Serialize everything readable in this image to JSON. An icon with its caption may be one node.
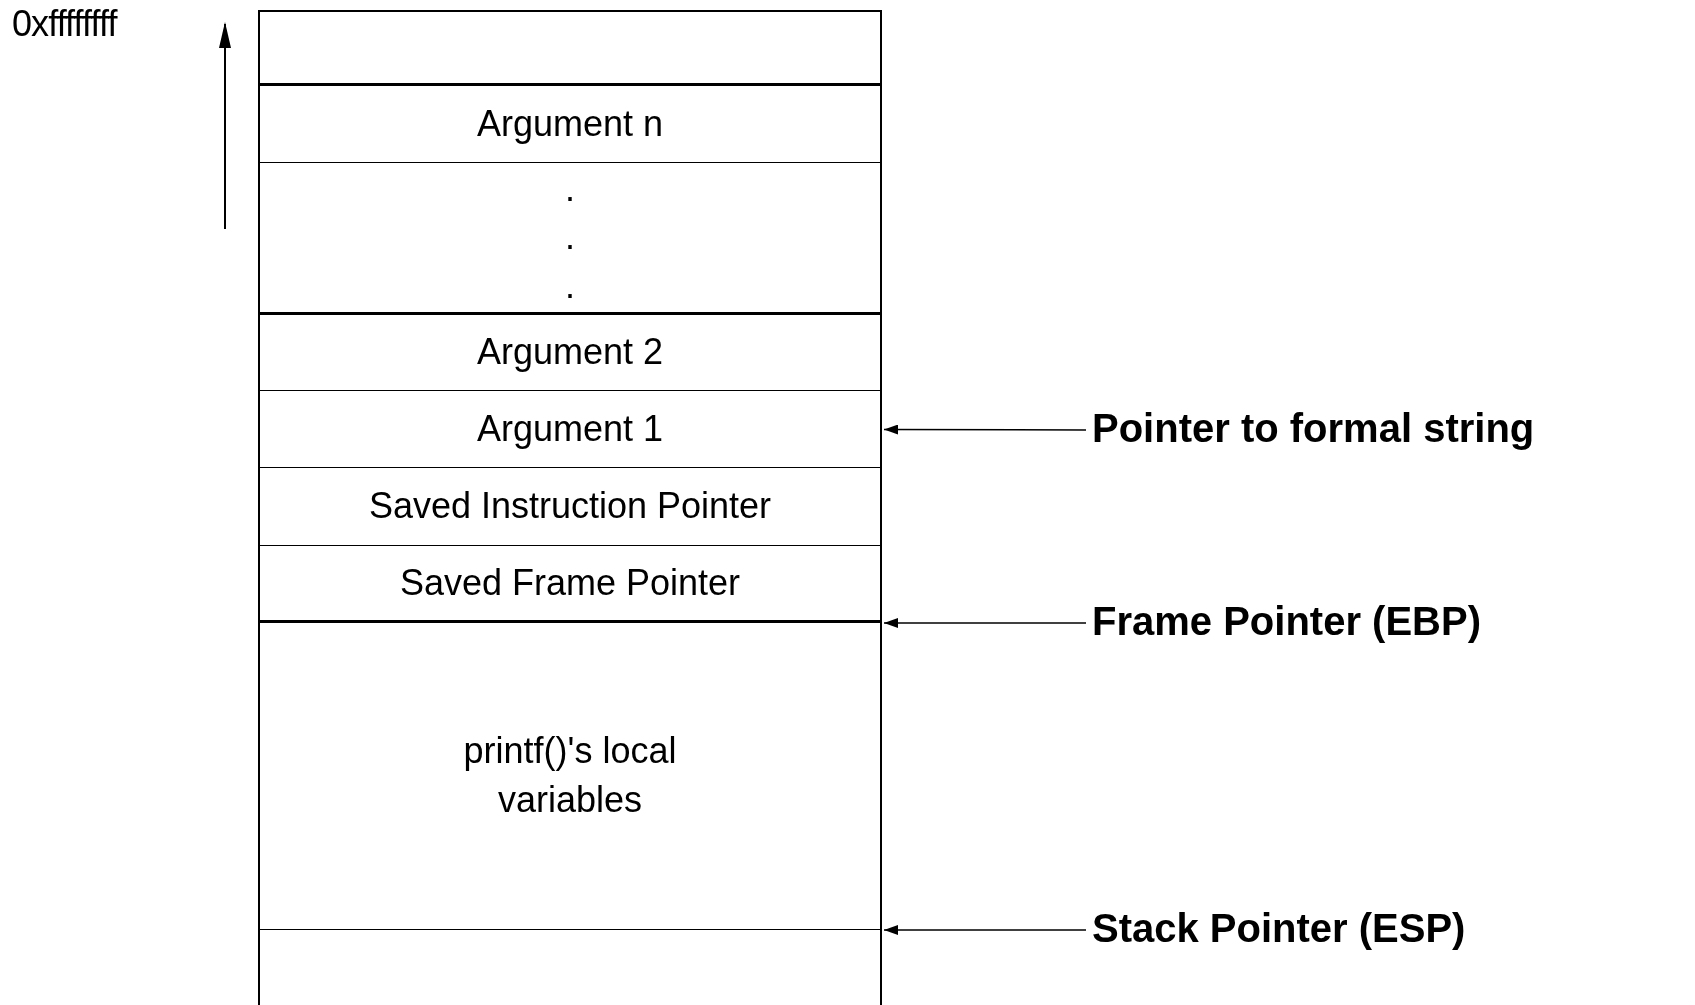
{
  "diagram": {
    "nodes": [
      {
        "text": [],
        "shape": "box"
      },
      {
        "text": [
          "Argument n"
        ]
      },
      {
        "text": [
          ".",
          ".",
          "."
        ]
      },
      {
        "text": [
          "Argument 2"
        ]
      },
      {
        "text": [
          "Argument 1"
        ]
      },
      {
        "text": [
          "Saved Instruction Pointer"
        ]
      },
      {
        "text": [
          "Saved Frame Pointer"
        ]
      },
      {
        "text": [
          "printf()'s local variables"
        ]
      },
      {
        "text": [],
        "shape": "box"
      },
      {
        "text": [
          "Pointer to formal string"
        ]
      },
      {
        "text": [
          "Frame Pointer (EBP)"
        ]
      },
      {
        "text": [
          "Stack Pointer (ESP)"
        ]
      }
    ],
    "edges": [
      {
        "from": 9,
        "to": 4,
        "arrow": "to"
      },
      {
        "from": 10,
        "to": 6,
        "arrow": "to"
      },
      {
        "from": 11,
        "to": 8,
        "arrow": "to"
      }
    ],
    "labels": [
      "0xffffffff"
    ]
  }
}
